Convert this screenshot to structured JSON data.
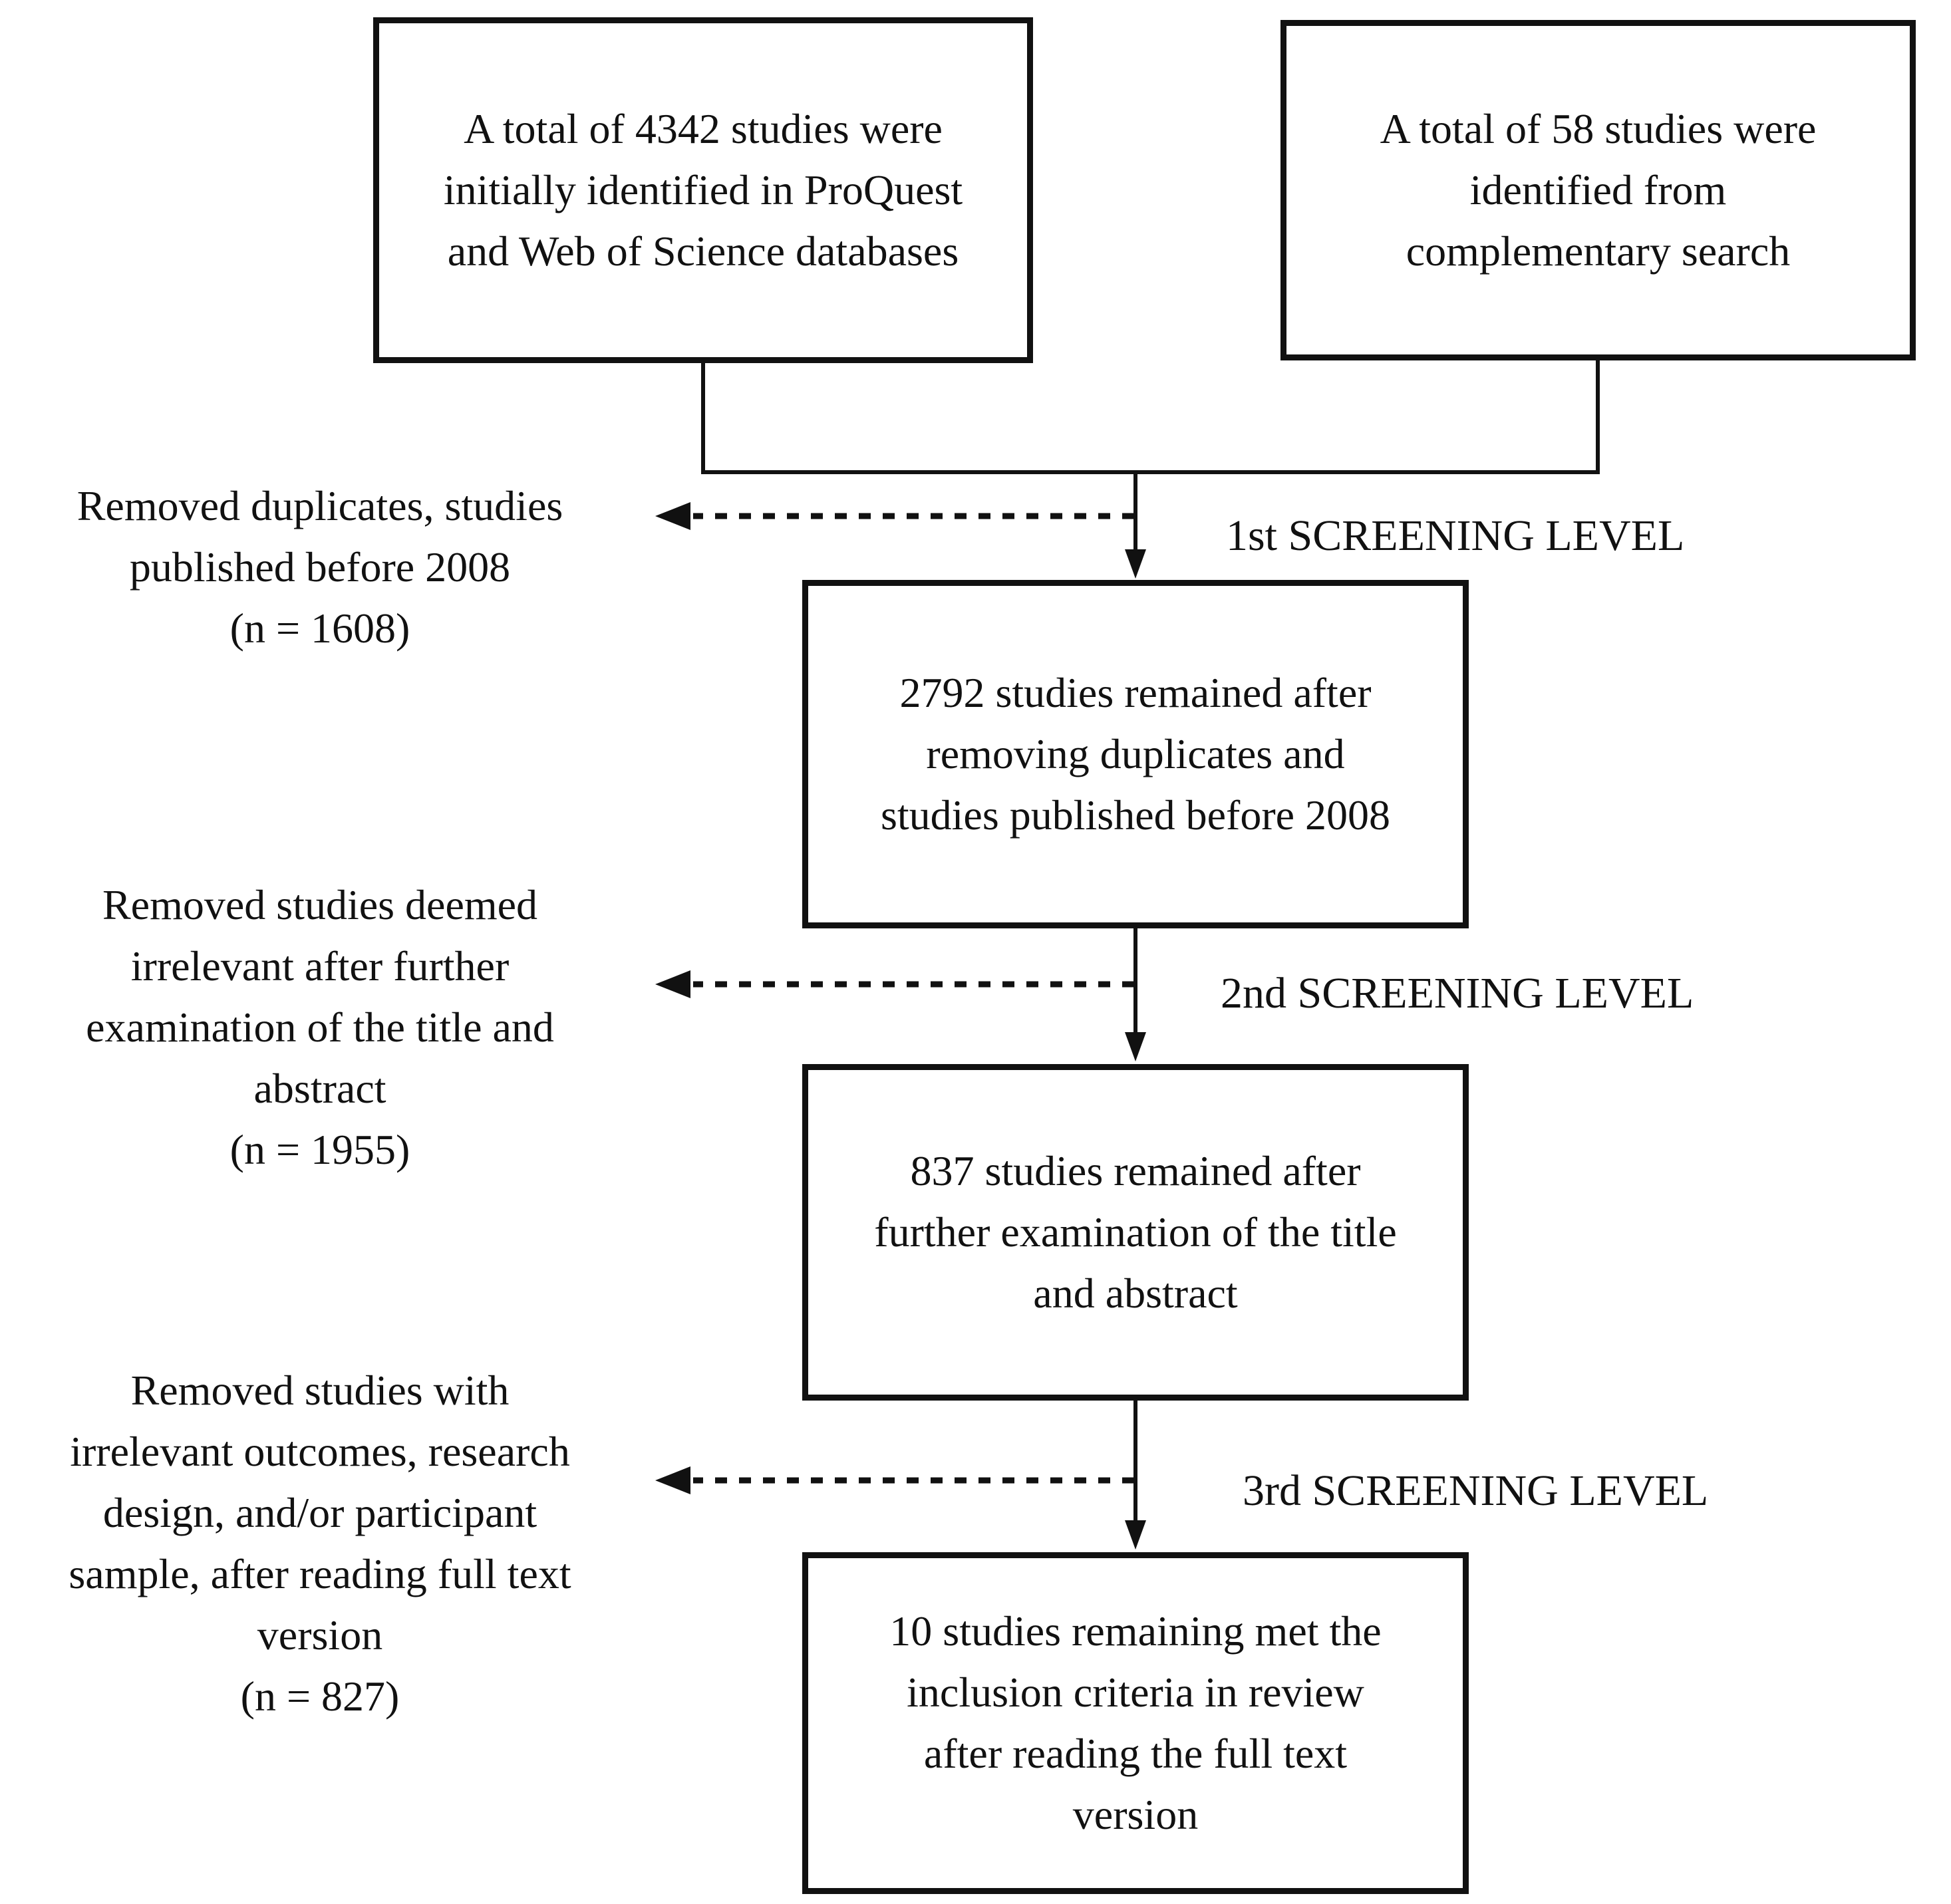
{
  "flow": {
    "sources": [
      {
        "lines": [
          "A total of 4342 studies were",
          "initially identified in ProQuest",
          "and Web of Science databases"
        ]
      },
      {
        "lines": [
          "A total of 58 studies were",
          "identified from",
          "complementary search"
        ]
      }
    ],
    "stages": [
      {
        "lines": [
          "2792 studies remained after",
          "removing duplicates and",
          "studies published before 2008"
        ]
      },
      {
        "lines": [
          "837 studies remained after",
          "further examination of the title",
          "and abstract"
        ]
      },
      {
        "lines": [
          "10 studies remaining met the",
          "inclusion criteria in review",
          "after reading the full text",
          "version"
        ]
      }
    ],
    "exclusions": [
      {
        "lines": [
          "Removed duplicates, studies",
          "published before 2008",
          "(n = 1608)"
        ]
      },
      {
        "lines": [
          "Removed studies deemed",
          "irrelevant after further",
          "examination of the title and",
          "abstract",
          "(n = 1955)"
        ]
      },
      {
        "lines": [
          "Removed studies with",
          "irrelevant outcomes, research",
          "design, and/or participant",
          "sample, after reading full text",
          "version",
          "(n = 827)"
        ]
      }
    ],
    "screening_levels": [
      {
        "label": "1st SCREENING LEVEL"
      },
      {
        "label": "2nd SCREENING LEVEL"
      },
      {
        "label": "3rd SCREENING LEVEL"
      }
    ],
    "colors": {
      "ink": "#111111",
      "background": "#ffffff"
    }
  }
}
